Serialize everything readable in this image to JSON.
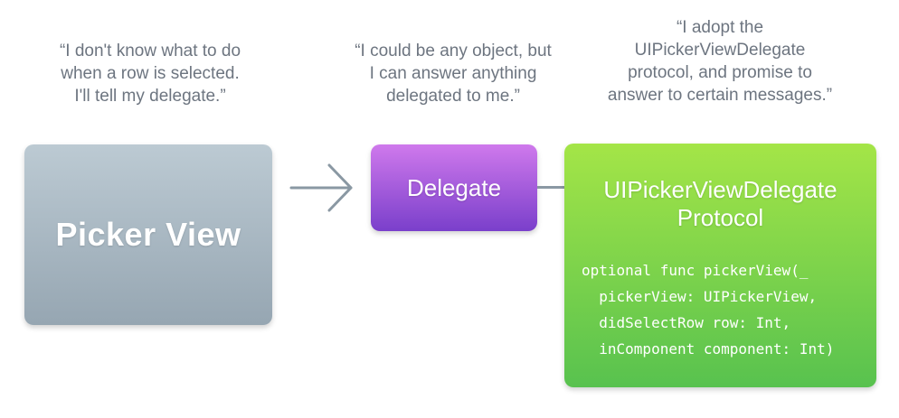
{
  "quotes": {
    "picker": "“I don't know what to do\nwhen a row is selected.\nI'll tell my delegate.”",
    "delegate": "“I could be any object, but\nI can answer anything\ndelegated to me.”",
    "protocol": "“I adopt the\nUIPickerViewDelegate\nprotocol, and promise to\nanswer to certain messages.”"
  },
  "boxes": {
    "picker_view": "Picker View",
    "delegate": "Delegate",
    "protocol_title": "UIPickerViewDelegate\nProtocol",
    "protocol_code": "optional func pickerView(_\n  pickerView: UIPickerView,\n  didSelectRow row: Int,\n  inComponent component: Int)"
  },
  "colors": {
    "picker_view": "#a9b8c3",
    "delegate": "#a35ad9",
    "protocol": "#7fd34b",
    "arrow": "#8a98a3",
    "quote_text": "#6d7580"
  }
}
